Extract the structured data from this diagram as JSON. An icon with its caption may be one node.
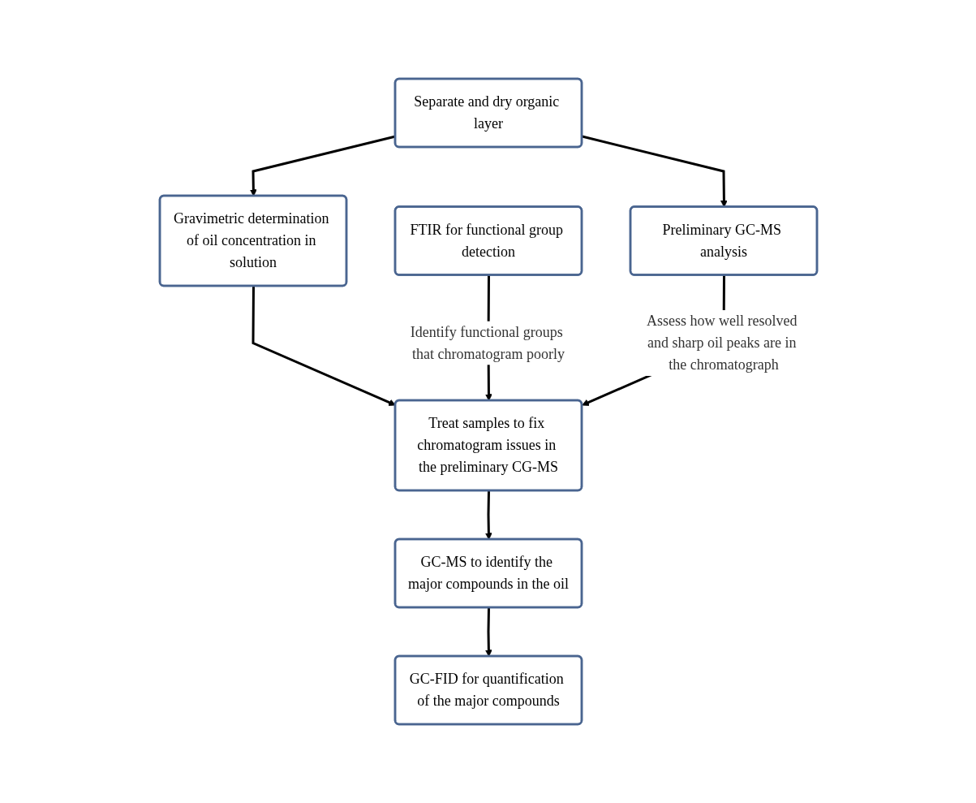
{
  "diagram": {
    "nodes": [
      {
        "text": [
          "Separate and dry organic layer"
        ]
      },
      {
        "text": [
          "Preliminary GC-MS analysis"
        ]
      },
      {
        "text": [
          "Gravimetric determination of oil concentration in solution"
        ]
      },
      {
        "text": [
          "FTIR for functional group detection"
        ]
      },
      {
        "text": [
          "Treat samples to fix chromatogram issues in the preliminary CG-MS"
        ]
      },
      {
        "text": [
          "GC-MS to identify the major compounds in the oil"
        ]
      },
      {
        "text": [
          "GC-FID for quantification of the major compounds"
        ]
      }
    ],
    "edges": [
      {
        "from": 0,
        "to": 1,
        "arrow": "to"
      },
      {
        "from": 0,
        "to": 2,
        "arrow": "to"
      },
      {
        "from": 2,
        "to": 4,
        "arrow": "to"
      },
      {
        "from": 3,
        "to": 4,
        "arrow": "to",
        "label": "Identify functional groups that chromatogram poorly"
      },
      {
        "from": 1,
        "to": 4,
        "arrow": "to",
        "label": "Assess how well resolved and sharp oil peaks are in the chromatograph"
      },
      {
        "from": 4,
        "to": 5,
        "arrow": "to"
      },
      {
        "from": 5,
        "to": 6,
        "arrow": "to"
      }
    ]
  }
}
